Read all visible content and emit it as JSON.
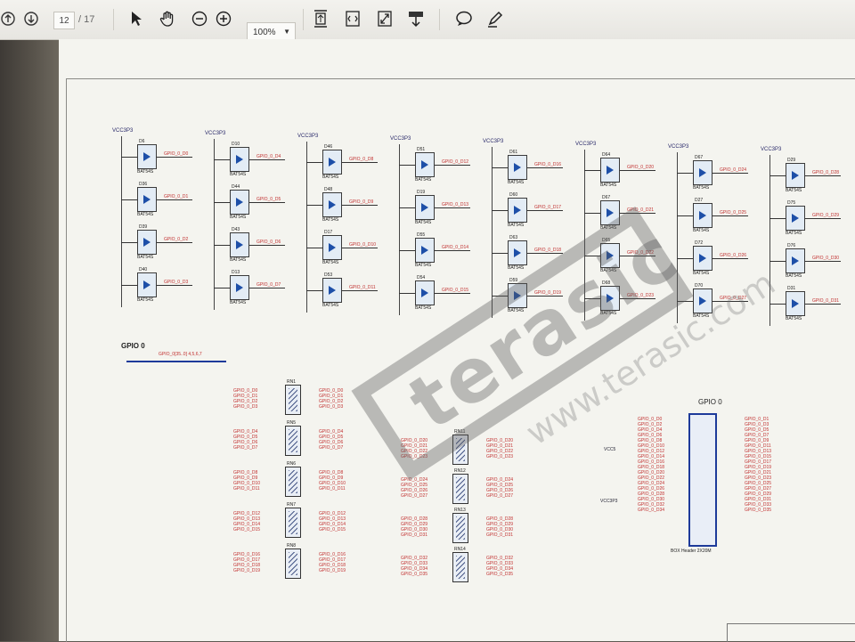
{
  "toolbar": {
    "page_current": "12",
    "page_total": "/ 17",
    "zoom": "100%",
    "icons": [
      "up-arrow-icon",
      "down-arrow-icon",
      "select-cursor-icon",
      "hand-tool-icon",
      "zoom-out-icon",
      "zoom-in-icon",
      "fit-page-icon",
      "fit-width-icon",
      "fullscreen-icon",
      "download-icon",
      "comment-icon",
      "highlight-pen-icon"
    ]
  },
  "schematic": {
    "columns": [
      {
        "vcc": "VCC3P3",
        "diodes": [
          "D6",
          "D36",
          "D39",
          "D40"
        ],
        "part": "BAT54S",
        "nets": [
          "GPIO_0_D0",
          "GPIO_0_D1",
          "GPIO_0_D2",
          "GPIO_0_D3"
        ]
      },
      {
        "vcc": "VCC3P3",
        "diodes": [
          "D10",
          "D44",
          "D43",
          "D13"
        ],
        "part": "BAT54S",
        "nets": [
          "GPIO_0_D4",
          "GPIO_0_D5",
          "GPIO_0_D6",
          "GPIO_0_D7"
        ]
      },
      {
        "vcc": "VCC3P3",
        "diodes": [
          "D46",
          "D48",
          "D17",
          "D53"
        ],
        "part": "BAT54S",
        "nets": [
          "GPIO_0_D8",
          "GPIO_0_D9",
          "GPIO_0_D10",
          "GPIO_0_D11"
        ]
      },
      {
        "vcc": "VCC3P3",
        "diodes": [
          "D51",
          "D19",
          "D55",
          "D54"
        ],
        "part": "BAT54S",
        "nets": [
          "GPIO_0_D12",
          "GPIO_0_D13",
          "GPIO_0_D14",
          "GPIO_0_D15"
        ]
      },
      {
        "vcc": "VCC3P3",
        "diodes": [
          "D61",
          "D60",
          "D63",
          "D59"
        ],
        "part": "BAT54S",
        "nets": [
          "GPIO_0_D16",
          "GPIO_0_D17",
          "GPIO_0_D18",
          "GPIO_0_D19"
        ]
      },
      {
        "vcc": "VCC3P3",
        "diodes": [
          "D64",
          "D67",
          "D65",
          "D68"
        ],
        "part": "BAT54S",
        "nets": [
          "GPIO_0_D20",
          "GPIO_0_D21",
          "GPIO_0_D22",
          "GPIO_0_D23"
        ]
      },
      {
        "vcc": "VCC3P3",
        "diodes": [
          "D67",
          "D27",
          "D72",
          "D70"
        ],
        "part": "BAT54S",
        "nets": [
          "GPIO_0_D24",
          "GPIO_0_D25",
          "GPIO_0_D26",
          "GPIO_0_D27"
        ]
      },
      {
        "vcc": "VCC3P3",
        "diodes": [
          "D29",
          "D75",
          "D76",
          "D31"
        ],
        "part": "BAT54S",
        "nets": [
          "GPIO_0_D28",
          "GPIO_0_D29",
          "GPIO_0_D30",
          "GPIO_0_D31"
        ]
      }
    ],
    "bus_title": "GPIO 0",
    "bus_label": "GPIO_0[35..0]   4,5,6,7",
    "header_title": "GPIO 0",
    "header_caption": "BOX Header 2X20M",
    "vcc5_label": "VCC5",
    "vcc3_label": "VCC3P3",
    "rpacks_left": [
      {
        "ref": "RN1",
        "left": "GPIO_0_D0\nGPIO_0_D1\nGPIO_0_D2\nGPIO_0_D3",
        "right": "GPIO_0_D0\nGPIO_0_D1\nGPIO_0_D2\nGPIO_0_D3"
      },
      {
        "ref": "RN5",
        "left": "GPIO_0_D4\nGPIO_0_D5\nGPIO_0_D6\nGPIO_0_D7",
        "right": "GPIO_0_D4\nGPIO_0_D5\nGPIO_0_D6\nGPIO_0_D7"
      },
      {
        "ref": "RN6",
        "left": "GPIO_0_D8\nGPIO_0_D9\nGPIO_0_D10\nGPIO_0_D11",
        "right": "GPIO_0_D8\nGPIO_0_D9\nGPIO_0_D10\nGPIO_0_D11"
      },
      {
        "ref": "RN7",
        "left": "GPIO_0_D12\nGPIO_0_D13\nGPIO_0_D14\nGPIO_0_D15",
        "right": "GPIO_0_D12\nGPIO_0_D13\nGPIO_0_D14\nGPIO_0_D15"
      },
      {
        "ref": "RN8",
        "left": "GPIO_0_D16\nGPIO_0_D17\nGPIO_0_D18\nGPIO_0_D19",
        "right": "GPIO_0_D16\nGPIO_0_D17\nGPIO_0_D18\nGPIO_0_D19"
      }
    ],
    "rpacks_right": [
      {
        "ref": "RN11",
        "left": "GPIO_0_D20\nGPIO_0_D21\nGPIO_0_D22\nGPIO_0_D23",
        "right": "GPIO_0_D20\nGPIO_0_D21\nGPIO_0_D22\nGPIO_0_D23"
      },
      {
        "ref": "RN12",
        "left": "GPIO_0_D24\nGPIO_0_D25\nGPIO_0_D26\nGPIO_0_D27",
        "right": "GPIO_0_D24\nGPIO_0_D25\nGPIO_0_D26\nGPIO_0_D27"
      },
      {
        "ref": "RN13",
        "left": "GPIO_0_D28\nGPIO_0_D29\nGPIO_0_D30\nGPIO_0_D31",
        "right": "GPIO_0_D28\nGPIO_0_D29\nGPIO_0_D30\nGPIO_0_D31"
      },
      {
        "ref": "RN14",
        "left": "GPIO_0_D32\nGPIO_0_D33\nGPIO_0_D34\nGPIO_0_D35",
        "right": "GPIO_0_D32\nGPIO_0_D33\nGPIO_0_D34\nGPIO_0_D35"
      }
    ],
    "header_left_pins": "GPIO_0_D0\nGPIO_0_D2\nGPIO_0_D4\nGPIO_0_D6\nGPIO_0_D8\nGPIO_0_D10\nGPIO_0_D12\nGPIO_0_D14\nGPIO_0_D16\nGPIO_0_D18\nGPIO_0_D20\nGPIO_0_D22\nGPIO_0_D24\nGPIO_0_D26\nGPIO_0_D28\nGPIO_0_D30\nGPIO_0_D32\nGPIO_0_D34",
    "header_right_pins": "GPIO_0_D1\nGPIO_0_D3\nGPIO_0_D5\nGPIO_0_D7\nGPIO_0_D9\nGPIO_0_D11\nGPIO_0_D13\nGPIO_0_D15\nGPIO_0_D17\nGPIO_0_D19\nGPIO_0_D21\nGPIO_0_D23\nGPIO_0_D25\nGPIO_0_D27\nGPIO_0_D29\nGPIO_0_D31\nGPIO_0_D33\nGPIO_0_D35",
    "watermark": "terasic",
    "watermark_url": "www.terasic.com"
  }
}
